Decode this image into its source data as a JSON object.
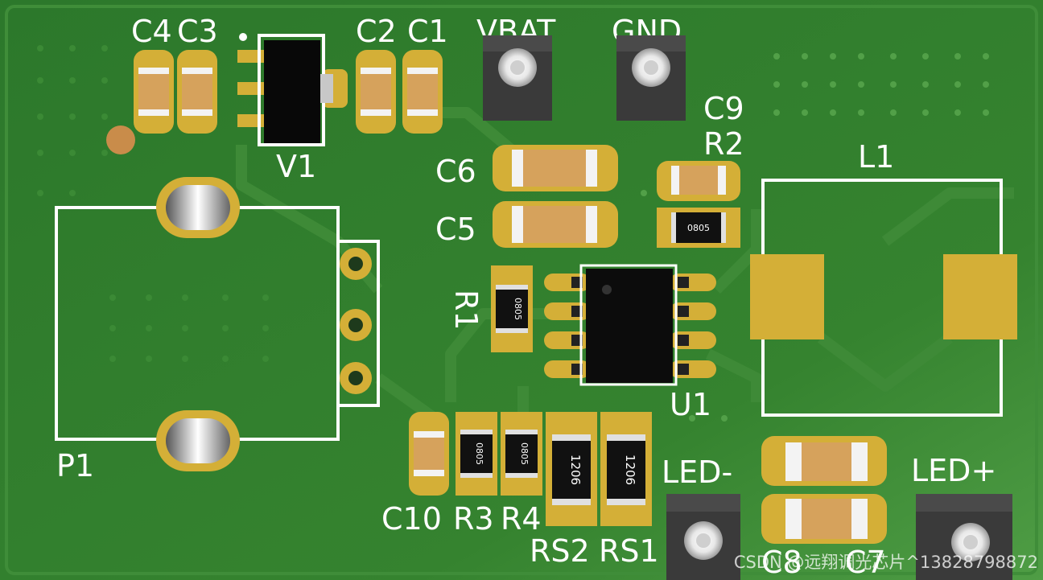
{
  "labels": {
    "c4": "C4",
    "c3": "C3",
    "c2": "C2",
    "c1": "C1",
    "vbat": "VBAT",
    "gnd": "GND",
    "v1": "V1",
    "c6": "C6",
    "c5": "C5",
    "c9": "C9",
    "r2": "R2",
    "l1": "L1",
    "r1": "R1",
    "u1": "U1",
    "p1": "P1",
    "led_minus": "LED-",
    "led_plus": "LED+",
    "c10": "C10",
    "r3": "R3",
    "r4": "R4",
    "rs2": "RS2",
    "rs1": "RS1",
    "c8": "C8",
    "c7": "C7"
  },
  "chip_marks": {
    "r2": "0805",
    "r1": "0805",
    "r3": "0805",
    "r4": "0805",
    "rs2": "1206",
    "rs1": "1206"
  },
  "watermark": "CSDN @远翔调光芯片^13828798872",
  "colors": {
    "board": "#2f7a2e",
    "pad": "#d4af37",
    "silk": "#ffffff",
    "capacitor": "#d6a25c",
    "resistor": "#111111",
    "header": "#3a3a3a"
  }
}
